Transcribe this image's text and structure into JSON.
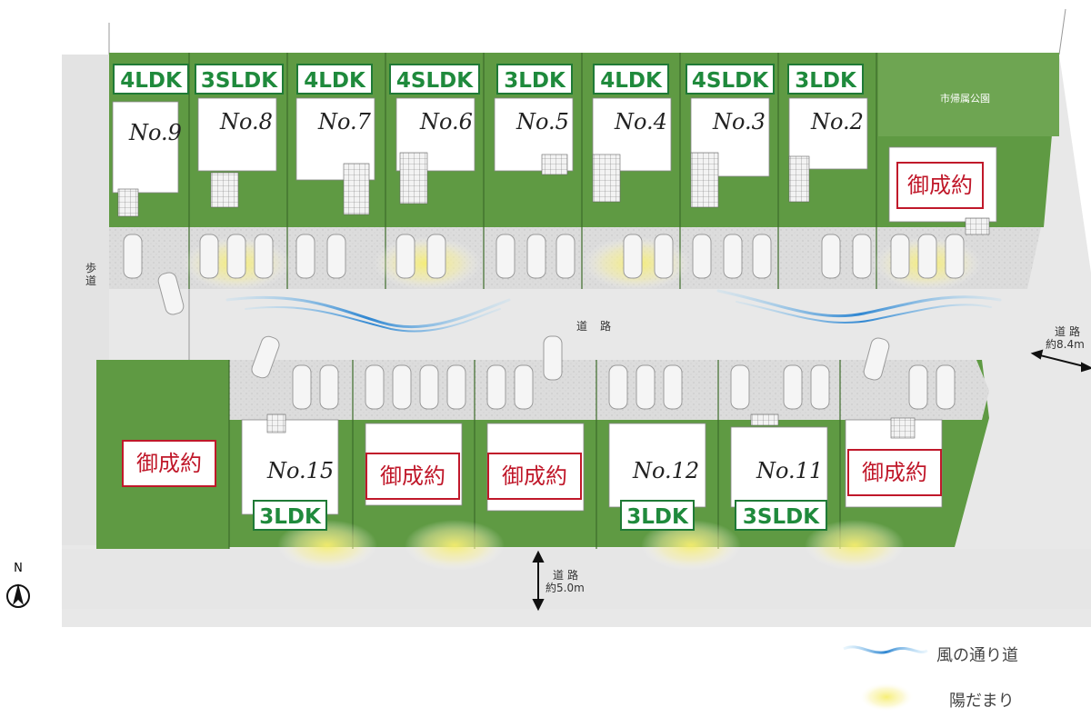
{
  "north_label": "N",
  "lots_top": [
    {
      "no": "No.9",
      "type": "4LDK"
    },
    {
      "no": "No.8",
      "type": "3SLDK"
    },
    {
      "no": "No.7",
      "type": "4LDK"
    },
    {
      "no": "No.6",
      "type": "4SLDK"
    },
    {
      "no": "No.5",
      "type": "3LDK"
    },
    {
      "no": "No.4",
      "type": "4LDK"
    },
    {
      "no": "No.3",
      "type": "4SLDK"
    },
    {
      "no": "No.2",
      "type": "3LDK"
    }
  ],
  "park_label": "市帰属公園",
  "sold_label": "御成約",
  "lots_bottom": [
    {
      "no": "No.15",
      "type": "3LDK"
    },
    {
      "no": "No.12",
      "type": "3LDK"
    },
    {
      "no": "No.11",
      "type": "3SLDK"
    }
  ],
  "sidewalk_label": "歩道",
  "road_label": "道路",
  "road_east": {
    "name": "道路",
    "width": "約8.4m"
  },
  "road_south": {
    "name": "道路",
    "width": "約5.0m"
  },
  "legend": {
    "wind": "風の通り道",
    "sun": "陽だまり"
  },
  "colors": {
    "lawn": "#5f9a43",
    "road": "#e6e6e6",
    "parking": "#d8d8d8",
    "house": "#ffffff",
    "lot_type_border": "#1f7a36",
    "sold_border": "#c0182a",
    "wind": "#3a8fd6",
    "sun": "#f4e86a"
  }
}
